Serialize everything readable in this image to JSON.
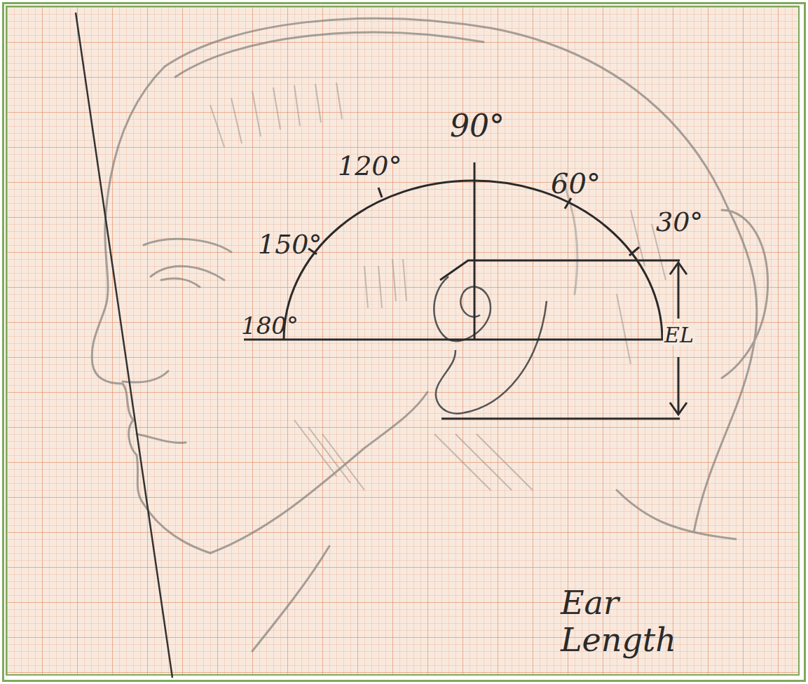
{
  "diagram": {
    "caption": "Ear Length",
    "labels": [
      "90°",
      "120°",
      "60°",
      "150°",
      "30°",
      "180°",
      "EL"
    ]
  }
}
